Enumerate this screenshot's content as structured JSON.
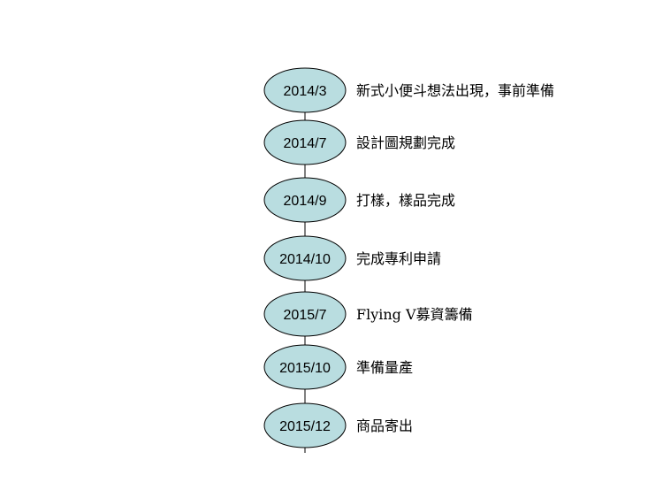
{
  "timeline": {
    "events": [
      {
        "date": "2014/3",
        "description": "新式小便斗想法出現，事前準備"
      },
      {
        "date": "2014/7",
        "description": "設計圖規劃完成"
      },
      {
        "date": "2014/9",
        "description": "打樣，樣品完成"
      },
      {
        "date": "2014/10",
        "description": "完成專利申請"
      },
      {
        "date": "2015/7",
        "description": "Flying V募資籌備"
      },
      {
        "date": "2015/10",
        "description": "準備量產"
      },
      {
        "date": "2015/12",
        "description": "商品寄出"
      }
    ],
    "node_fill": "#b9dde0",
    "node_stroke": "#000000",
    "line_color": "#000000"
  }
}
